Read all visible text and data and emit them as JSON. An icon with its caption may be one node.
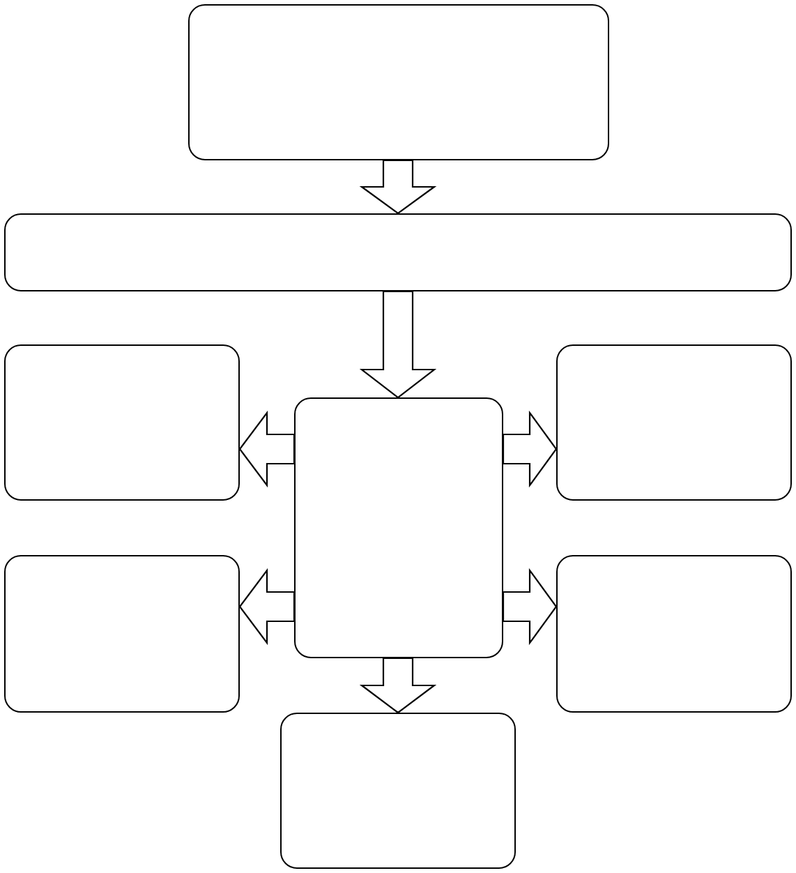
{
  "diagram": {
    "nodes": [
      {
        "text": [],
        "shape": "box"
      },
      {
        "text": [],
        "shape": "box"
      },
      {
        "text": [],
        "shape": "box"
      },
      {
        "text": [],
        "shape": "box"
      },
      {
        "text": [],
        "shape": "box"
      },
      {
        "text": [],
        "shape": "box"
      },
      {
        "text": [],
        "shape": "box"
      },
      {
        "text": [],
        "shape": "box"
      }
    ],
    "edges": [
      {
        "from": 0,
        "to": 1,
        "arrow": "to"
      },
      {
        "from": 1,
        "to": 3,
        "arrow": "to"
      },
      {
        "from": 3,
        "to": 2,
        "arrow": "to"
      },
      {
        "from": 3,
        "to": 4,
        "arrow": "to"
      },
      {
        "from": 3,
        "to": 5,
        "arrow": "to"
      },
      {
        "from": 3,
        "to": 6,
        "arrow": "to"
      },
      {
        "from": 3,
        "to": 7,
        "arrow": "to"
      }
    ]
  }
}
